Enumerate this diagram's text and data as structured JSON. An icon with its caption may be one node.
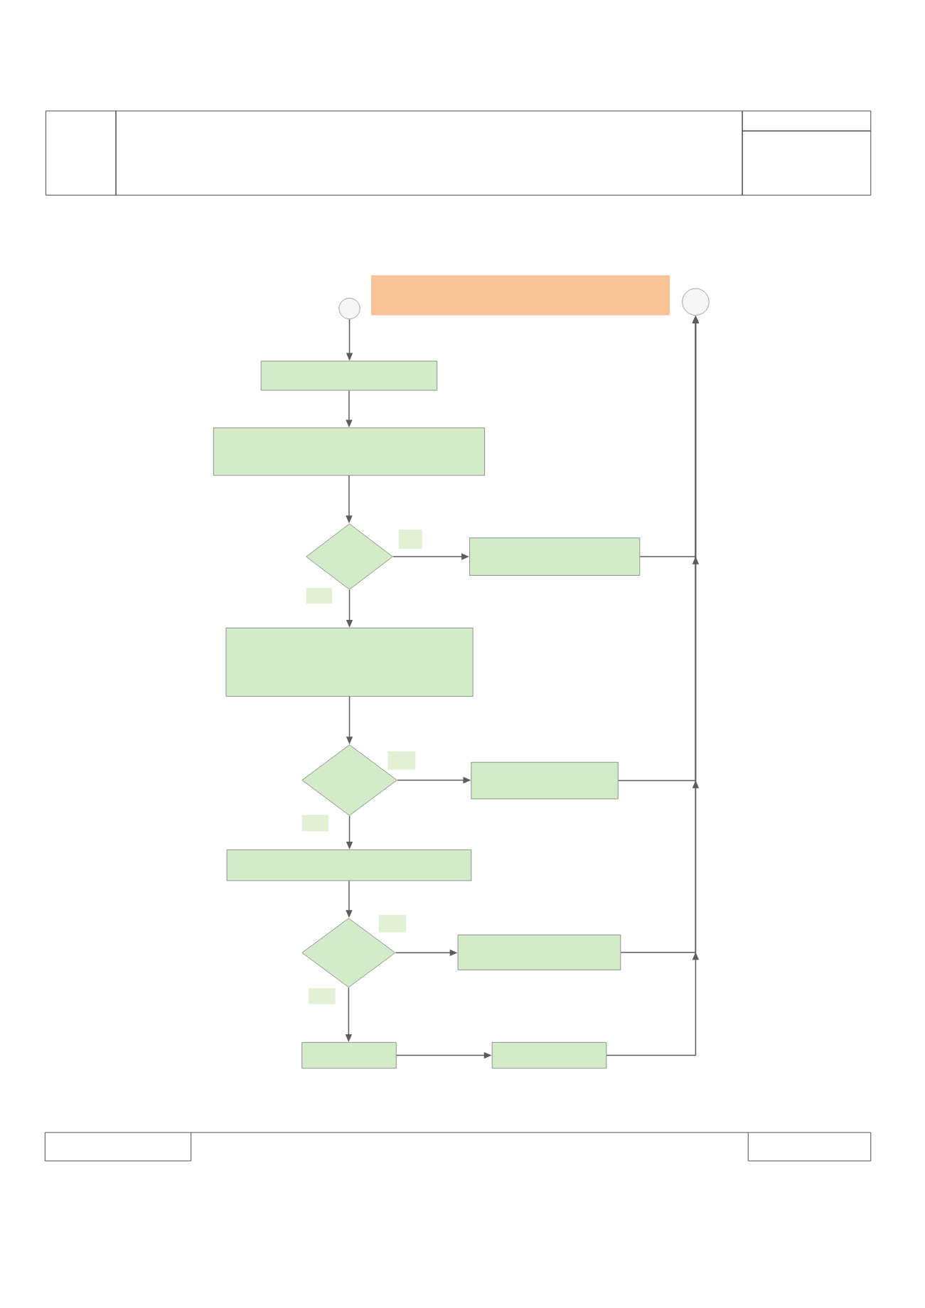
{
  "diagram": {
    "nodes": [
      {
        "text": [],
        "shape": "circle"
      },
      {
        "text": [],
        "shape": "bar"
      },
      {
        "text": [],
        "shape": "circle"
      },
      {
        "text": [],
        "shape": "box"
      },
      {
        "text": [],
        "shape": "box"
      },
      {
        "text": [],
        "shape": "diamond"
      },
      {
        "text": [],
        "shape": "box"
      },
      {
        "text": [],
        "shape": "box"
      },
      {
        "text": [],
        "shape": "diamond"
      },
      {
        "text": [],
        "shape": "box"
      },
      {
        "text": [],
        "shape": "box"
      },
      {
        "text": [],
        "shape": "diamond"
      },
      {
        "text": [],
        "shape": "box"
      },
      {
        "text": [],
        "shape": "box"
      },
      {
        "text": [],
        "shape": "box"
      }
    ],
    "edges": [
      {
        "from": 0,
        "to": 3,
        "arrow": "to"
      },
      {
        "from": 3,
        "to": 4,
        "arrow": "to"
      },
      {
        "from": 4,
        "to": 5,
        "arrow": "to"
      },
      {
        "from": 5,
        "to": 6,
        "arrow": "to"
      },
      {
        "from": 5,
        "to": 7,
        "arrow": "to"
      },
      {
        "from": 6,
        "to": 2,
        "arrow": "to"
      },
      {
        "from": 7,
        "to": 8,
        "arrow": "to"
      },
      {
        "from": 8,
        "to": 9,
        "arrow": "to"
      },
      {
        "from": 8,
        "to": 10,
        "arrow": "to"
      },
      {
        "from": 9,
        "to": 2,
        "arrow": "to"
      },
      {
        "from": 10,
        "to": 11,
        "arrow": "to"
      },
      {
        "from": 11,
        "to": 12,
        "arrow": "to"
      },
      {
        "from": 11,
        "to": 13,
        "arrow": "to"
      },
      {
        "from": 12,
        "to": 2,
        "arrow": "to"
      },
      {
        "from": 13,
        "to": 14,
        "arrow": "to"
      },
      {
        "from": 14,
        "to": 2,
        "arrow": "to"
      }
    ]
  }
}
